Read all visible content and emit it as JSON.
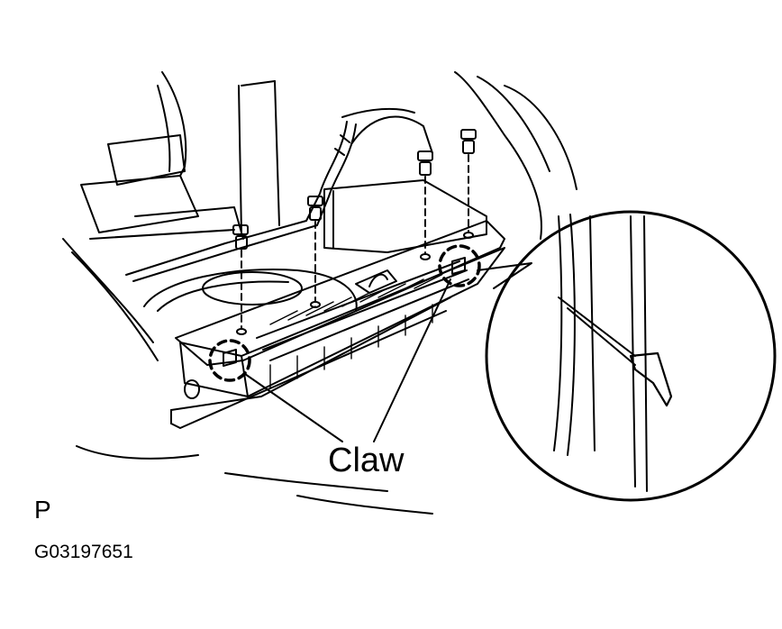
{
  "callout_label": "Claw",
  "view_letter": "P",
  "figure_code": "G03197651",
  "colors": {
    "ink": "#000000",
    "paper": "#ffffff"
  }
}
